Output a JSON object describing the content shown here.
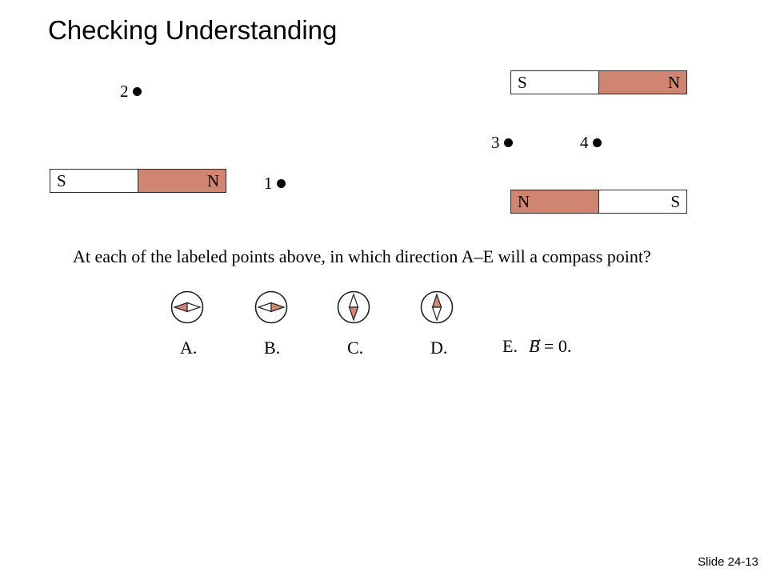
{
  "title": "Checking Understanding",
  "magnets": [
    {
      "left": "S",
      "right": "N",
      "right_color": "#d08573"
    },
    {
      "left": "S",
      "right": "N",
      "right_color": "#d08573"
    },
    {
      "left": "N",
      "right": "S",
      "left_color": "#d08573"
    }
  ],
  "points": [
    "1",
    "2",
    "3",
    "4"
  ],
  "question": "At each of the labeled points above, in which direction A–E will a compass point?",
  "choices": [
    {
      "label": "A.",
      "direction": "left"
    },
    {
      "label": "B.",
      "direction": "right"
    },
    {
      "label": "C.",
      "direction": "down"
    },
    {
      "label": "D.",
      "direction": "up"
    }
  ],
  "option_e": {
    "label": "E.",
    "symbol": "B",
    "arrow": "→",
    "equation": "= 0."
  },
  "colors": {
    "magnet_pole": "#d08573",
    "compass_needle": "#d08573"
  },
  "slide_number": "Slide 24-13"
}
